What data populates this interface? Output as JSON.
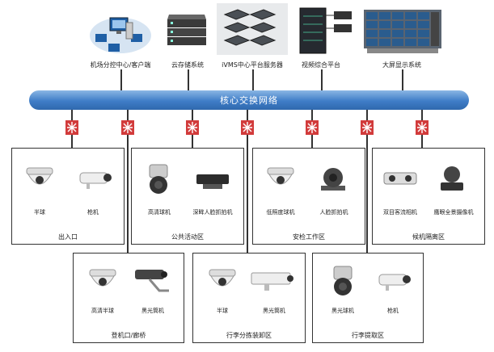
{
  "top_nodes": [
    {
      "id": "client",
      "label": "机场分控中心/客户端"
    },
    {
      "id": "cloud",
      "label": "云存储系统"
    },
    {
      "id": "ivms",
      "label": "iVMS中心平台服务器"
    },
    {
      "id": "video",
      "label": "视频综合平台"
    },
    {
      "id": "wall",
      "label": "大屏显示系统"
    }
  ],
  "backbone": {
    "label": "核心交换网络"
  },
  "zones_upper": [
    {
      "title": "出入口",
      "cams": [
        {
          "label": "半球",
          "icon": "dome-camera-icon"
        },
        {
          "label": "枪机",
          "icon": "bullet-camera-icon"
        }
      ]
    },
    {
      "title": "公共活动区",
      "cams": [
        {
          "label": "高清球机",
          "icon": "ptz-camera-icon"
        },
        {
          "label": "深眸人脸抓拍机",
          "icon": "face-capture-camera-icon"
        }
      ]
    },
    {
      "title": "安检工作区",
      "cams": [
        {
          "label": "低照度球机",
          "icon": "dome-camera-icon"
        },
        {
          "label": "人脸抓拍机",
          "icon": "face-camera-icon"
        }
      ]
    },
    {
      "title": "候机隔离区",
      "cams": [
        {
          "label": "双目客流相机",
          "icon": "binocular-camera-icon"
        },
        {
          "label": "鹰眼全景摄像机",
          "icon": "panoramic-camera-icon"
        }
      ]
    }
  ],
  "zones_lower": [
    {
      "title": "登机口/廊桥",
      "cams": [
        {
          "label": "高清半球",
          "icon": "dome-camera-icon"
        },
        {
          "label": "黑光筒机",
          "icon": "bracket-bullet-camera-icon"
        }
      ]
    },
    {
      "title": "行李分拣装卸区",
      "cams": [
        {
          "label": "半球",
          "icon": "dome-camera-icon"
        },
        {
          "label": "黑光筒机",
          "icon": "box-camera-icon"
        }
      ]
    },
    {
      "title": "行李提取区",
      "cams": [
        {
          "label": "黑光球机",
          "icon": "ptz-camera-icon"
        },
        {
          "label": "枪机",
          "icon": "bullet-camera-icon"
        }
      ]
    }
  ],
  "colors": {
    "backbone": "#3f7dc7",
    "switch": "#d23b3b",
    "line": "#333333"
  }
}
